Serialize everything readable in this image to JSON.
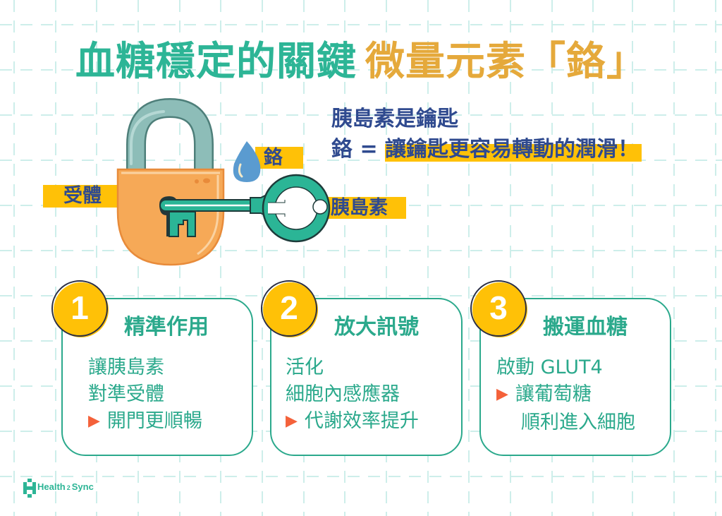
{
  "title": {
    "part1": "血糖穩定的關鍵",
    "part2": "微量元素「鉻」"
  },
  "colors": {
    "teal": "#2DB596",
    "gold": "#E5A93B",
    "navy": "#2F4A8F",
    "highlight": "#FFC107",
    "lock_body": "#F6A957",
    "shackle": "#8DBDB8",
    "key": "#2BB596",
    "drop": "#5A9BD0",
    "arrow": "#F4613A",
    "grid": "#CDEEEA"
  },
  "illustration": {
    "receptor_label": "受體",
    "chromium_label": "鉻",
    "insulin_label": "胰島素",
    "lock_icon": "padlock-icon",
    "key_icon": "key-icon",
    "drop_icon": "water-drop-icon"
  },
  "description": {
    "line1": "胰島素是鑰匙",
    "line2_prefix": "鉻 = ",
    "line2_highlight": "讓鑰匙更容易轉動的潤滑！"
  },
  "cards": [
    {
      "number": "1",
      "title": "精準作用",
      "lines": [
        {
          "arrow": false,
          "text": "讓胰島素"
        },
        {
          "arrow": false,
          "text": "對準受體"
        },
        {
          "arrow": true,
          "text": "開門更順暢"
        }
      ]
    },
    {
      "number": "2",
      "title": "放大訊號",
      "lines": [
        {
          "arrow": false,
          "text": "活化"
        },
        {
          "arrow": false,
          "text": "細胞內感應器"
        },
        {
          "arrow": true,
          "text": "代謝效率提升"
        }
      ]
    },
    {
      "number": "3",
      "title": "搬運血糖",
      "lines": [
        {
          "arrow": false,
          "text": "啟動 GLUT4"
        },
        {
          "arrow": true,
          "text": "讓葡萄糖"
        },
        {
          "arrow": false,
          "text": "順利進入細胞"
        }
      ]
    }
  ],
  "arrow_glyph": "▶",
  "logo": {
    "icon": "health2sync-logo-icon",
    "text_a": "Health",
    "text_two": "2",
    "text_b": "Sync"
  }
}
